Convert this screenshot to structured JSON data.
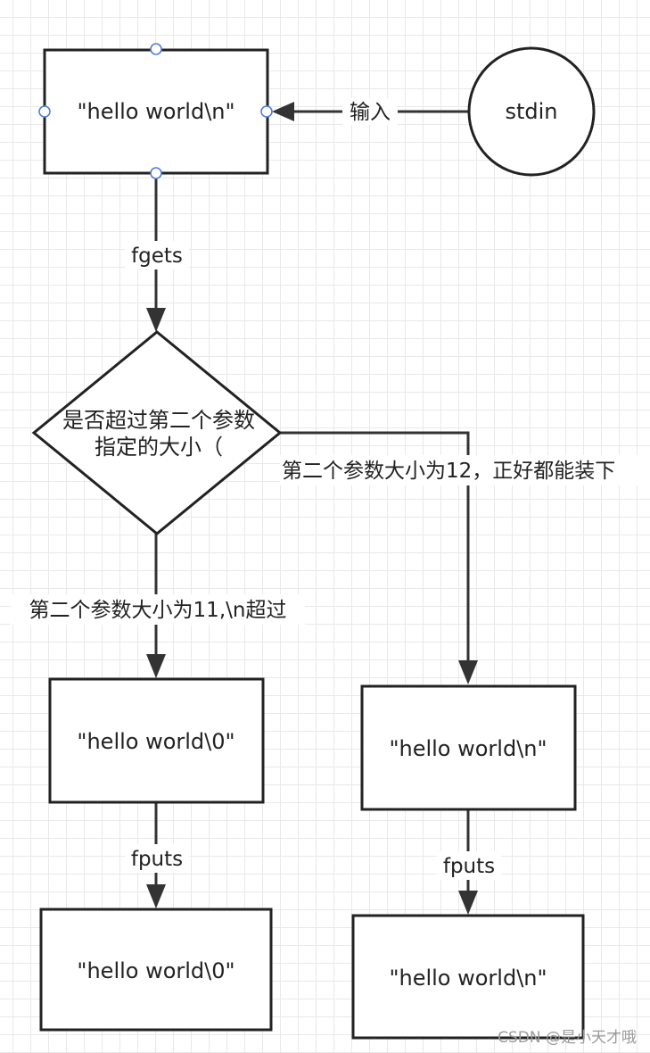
{
  "nodes": {
    "top_box": "\"hello world\\n\"",
    "stdin": "stdin",
    "decision_line1": "是否超过第二个参数",
    "decision_line2": "指定的大小（",
    "left_mid_box": "\"hello world\\0\"",
    "right_mid_box": "\"hello world\\n\"",
    "left_bottom_box": "\"hello world\\0\"",
    "right_bottom_box": "\"hello world\\n\""
  },
  "edges": {
    "input": "输入",
    "fgets": "fgets",
    "left_branch": "第二个参数大小为11,\\n超过",
    "right_branch": "第二个参数大小为12，正好都能装下",
    "fputs_left": "fputs",
    "fputs_right": "fputs"
  },
  "watermark": "CSDN @是小天才哦",
  "colors": {
    "stroke": "#222222",
    "handle": "#4f7fd6",
    "grid": "#e9e9e9"
  }
}
